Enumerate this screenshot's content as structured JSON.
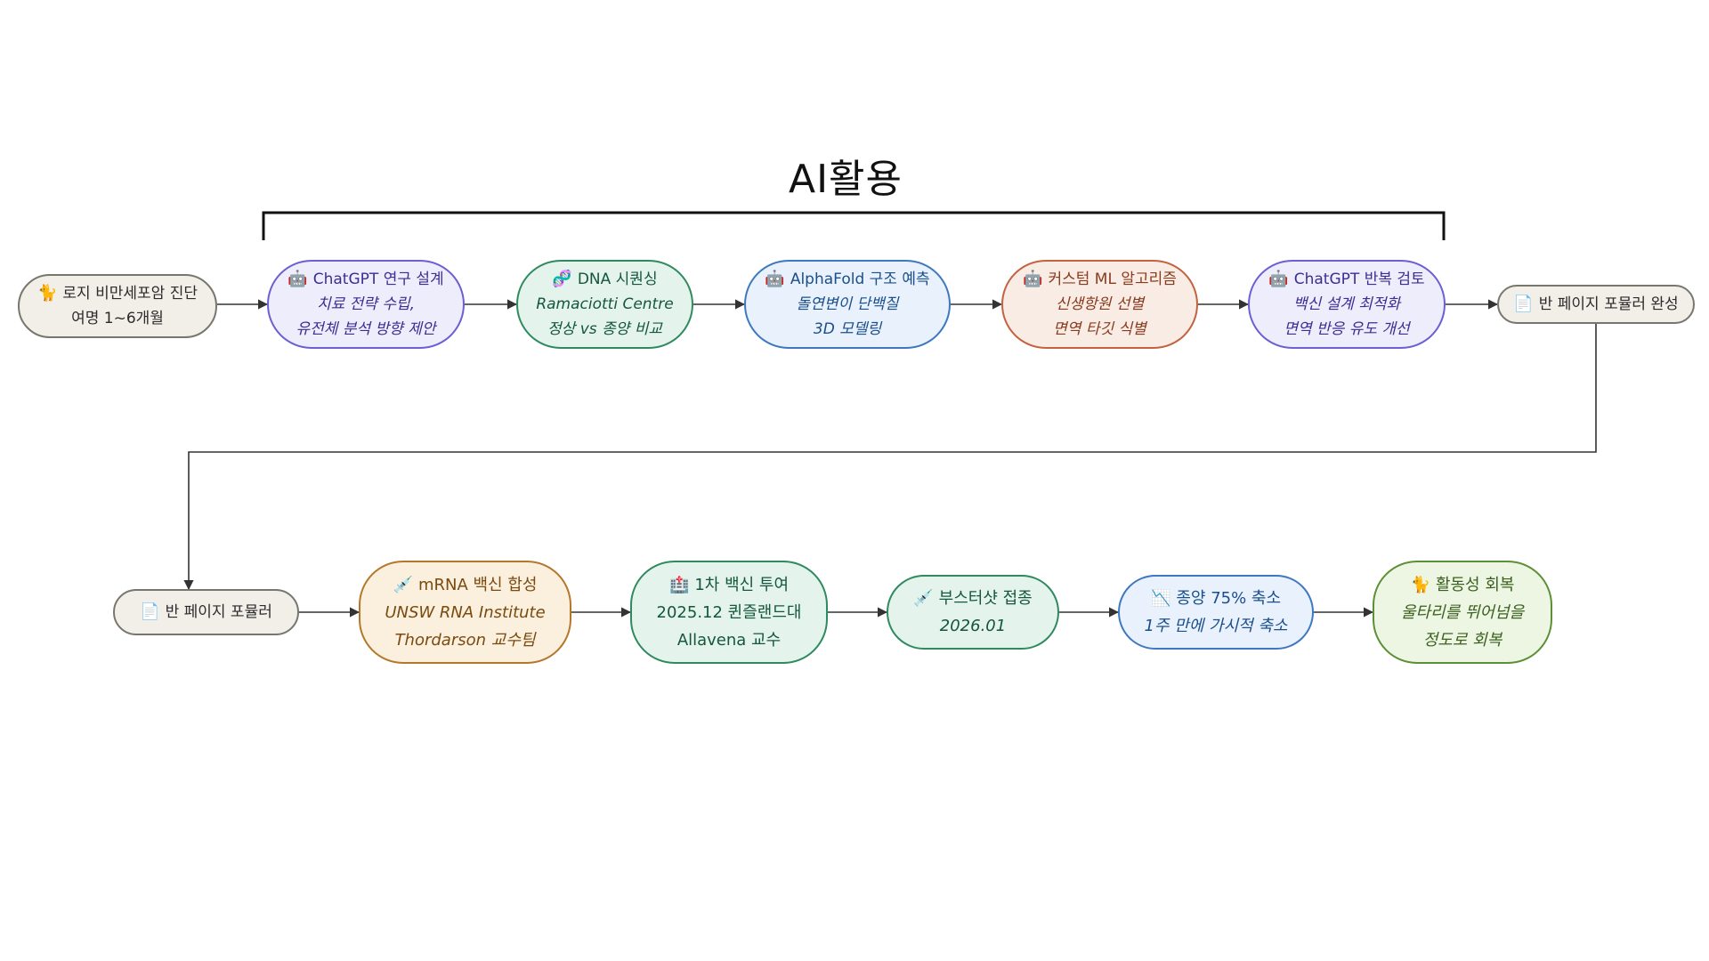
{
  "title": "AI활용",
  "nodes": {
    "n1": {
      "icon": "🐈",
      "icon_name": "cat-icon",
      "line1": "로지 비만세포암 진단",
      "line2": "여명 1~6개월"
    },
    "n2": {
      "icon": "🤖",
      "icon_name": "robot-icon",
      "line1": "ChatGPT 연구 설계",
      "line2": "치료 전략 수립,",
      "line3": "유전체 분석 방향 제안"
    },
    "n3": {
      "icon": "🧬",
      "icon_name": "dna-icon",
      "line1": "DNA 시퀀싱",
      "line2": "Ramaciotti Centre",
      "line3": "정상 vs 종양 비교"
    },
    "n4": {
      "icon": "🤖",
      "icon_name": "robot-icon",
      "line1": "AlphaFold 구조 예측",
      "line2": "돌연변이 단백질",
      "line3": "3D 모델링"
    },
    "n5": {
      "icon": "🤖",
      "icon_name": "robot-icon",
      "line1": "커스텀 ML 알고리즘",
      "line2": "신생항원 선별",
      "line3": "면역 타깃 식별"
    },
    "n6": {
      "icon": "🤖",
      "icon_name": "robot-icon",
      "line1": "ChatGPT 반복 검토",
      "line2": "백신 설계 최적화",
      "line3": "면역 반응 유도 개선"
    },
    "n7": {
      "icon": "📄",
      "icon_name": "document-icon",
      "line1": "반 페이지 포뮬러 완성"
    },
    "n8": {
      "icon": "📄",
      "icon_name": "document-icon",
      "line1": "반 페이지 포뮬러"
    },
    "n9": {
      "icon": "💉",
      "icon_name": "syringe-icon",
      "line1": "mRNA 백신 합성",
      "line2": "UNSW RNA Institute",
      "line3": "Thordarson 교수팀"
    },
    "n10": {
      "icon": "🏥",
      "icon_name": "hospital-icon",
      "line1": "1차 백신 투여",
      "line2": "2025.12 퀸즐랜드대",
      "line3": "Allavena 교수"
    },
    "n11": {
      "icon": "💉",
      "icon_name": "syringe-icon",
      "line1": "부스터샷 접종",
      "line2": "2026.01"
    },
    "n12": {
      "icon": "📉",
      "icon_name": "chart-down-icon",
      "line1": "종양 75% 축소",
      "line2": "1주 만에 가시적 축소"
    },
    "n13": {
      "icon": "🐈",
      "icon_name": "cat-icon",
      "line1": "활동성 회복",
      "line2": "울타리를 뛰어넘을",
      "line3": "정도로 회복"
    }
  },
  "colors": {
    "gray": "#f1efe8",
    "purple": "#eeedfc",
    "green": "#e4f4ec",
    "blue": "#e8f1fc",
    "coral": "#f8ece5",
    "amber": "#fbefde",
    "light_green": "#edf5e3",
    "edge": "#333333"
  }
}
